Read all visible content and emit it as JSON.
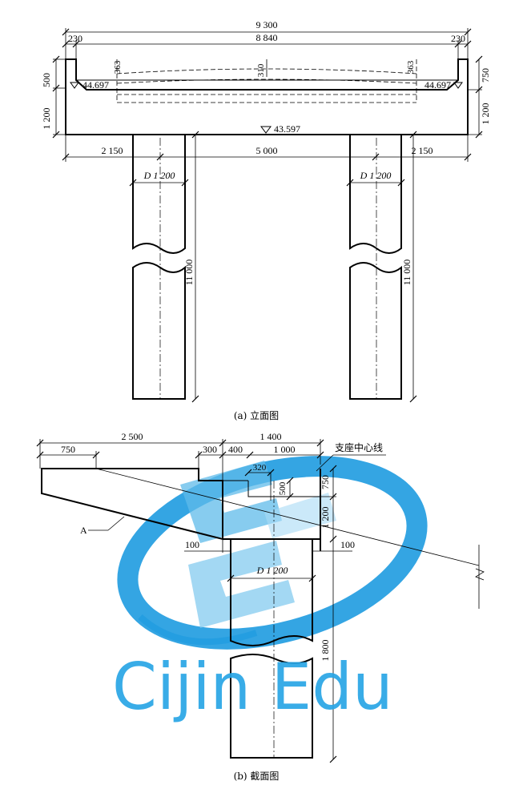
{
  "elevation": {
    "caption": "(a) 立面图",
    "dim_total_width": "9 300",
    "dim_left_end": "230",
    "dim_inner_width": "8 840",
    "dim_right_end": "230",
    "dim_left_step": "363",
    "dim_mid_step": "310",
    "dim_right_step": "363",
    "dim_left_500": "500",
    "dim_left_1200": "1 200",
    "dim_right_750": "750",
    "dim_right_1200": "1 200",
    "elev_top_left": "44.697",
    "elev_top_right": "44.697",
    "elev_bottom": "43.597",
    "dim_left_overhang": "2 150",
    "dim_pier_spacing": "5 000",
    "dim_right_overhang": "2 150",
    "pier_diameter_left": "D 1 200",
    "pier_diameter_right": "D 1 200",
    "pier_height_left": "11 000",
    "pier_height_right": "11 000"
  },
  "section": {
    "caption": "(b) 截面图",
    "dim_cantilever": "2 500",
    "dim_750": "750",
    "dim_300": "300",
    "dim_400": "400",
    "dim_1400": "1 400",
    "dim_1000": "1 000",
    "bearing_label": "支座中心线",
    "dim_320": "320",
    "dim_500": "500",
    "dim_right_750": "750",
    "dim_right_1200": "1 200",
    "dim_left_100": "100",
    "dim_right_100": "100",
    "pier_diameter": "D 1 200",
    "dim_right_800": "1 800",
    "label_a": "A"
  },
  "watermark": {
    "text": "Cijin  Edu",
    "color": "#29a6e6"
  }
}
